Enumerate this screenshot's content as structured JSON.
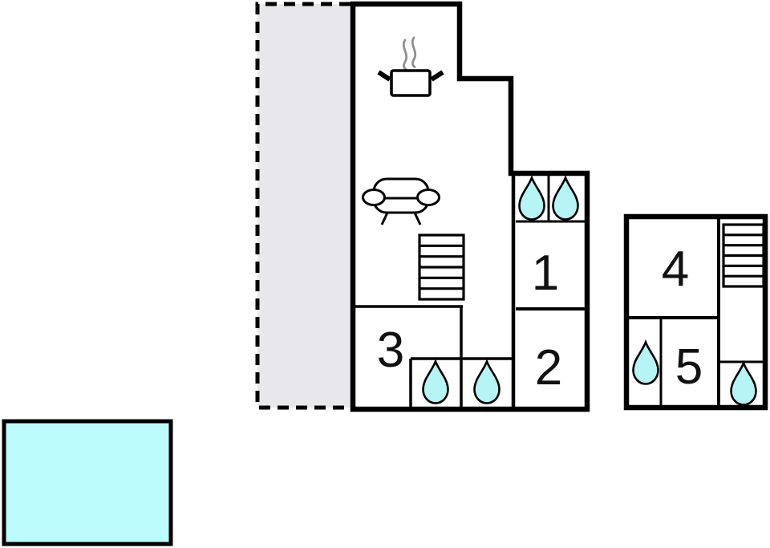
{
  "plan": {
    "rooms": [
      {
        "label": "1"
      },
      {
        "label": "2"
      },
      {
        "label": "3"
      },
      {
        "label": "4"
      },
      {
        "label": "5"
      }
    ],
    "icons": {
      "kitchen": "pot-steam-icon",
      "living": "sofa-icon",
      "stairs": "stairs-icon",
      "bathroom": "water-drop-icon",
      "outdoor": "terrace-dashed-area",
      "swimming": "pool-area"
    },
    "colors": {
      "wall": "#000000",
      "water": "#b6f4f6",
      "pool": "#bdfcfd",
      "terrace": "#e8e8ec",
      "steam": "#8f8f8f",
      "background": "#ffffff"
    },
    "counts": {
      "water_drops": "6",
      "staircases": "2"
    }
  }
}
